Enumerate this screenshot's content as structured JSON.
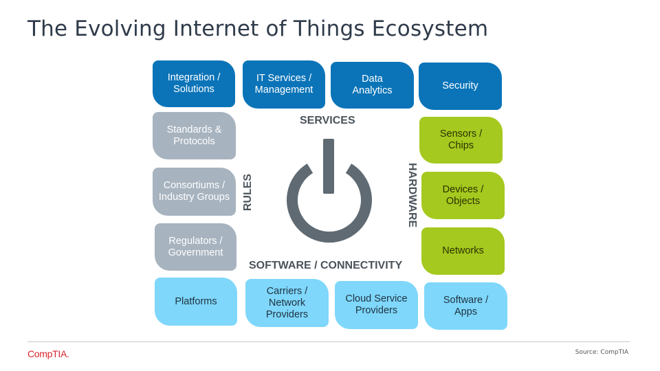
{
  "title": "The Evolving Internet of Things Ecosystem",
  "sections": {
    "services": "SERVICES",
    "rules": "RULES",
    "hardware": "HARDWARE",
    "software": "SOFTWARE  / CONNECTIVITY"
  },
  "tiles": {
    "integration": "Integration /\nSolutions",
    "it_services": "IT Services /\nManagement",
    "data_analytics": "Data\nAnalytics",
    "security": "Security",
    "standards": "Standards &\nProtocols",
    "consortiums": "Consortiums /\nIndustry Groups",
    "regulators": "Regulators /\nGovernment",
    "sensors": "Sensors /\nChips",
    "devices": "Devices /\nObjects",
    "networks": "Networks",
    "platforms": "Platforms",
    "carriers": "Carriers /\nNetwork\nProviders",
    "cloud": "Cloud Service\nProviders",
    "software_apps": "Software /\nApps"
  },
  "colors": {
    "services": "#0b74b8",
    "rules": "#a7b3bf",
    "hardware": "#a5c91f",
    "software": "#7fd7fb",
    "power_icon": "#5f6a72"
  },
  "footer": {
    "logo": "CompTIA.",
    "source": "Source:  CompTIA"
  }
}
